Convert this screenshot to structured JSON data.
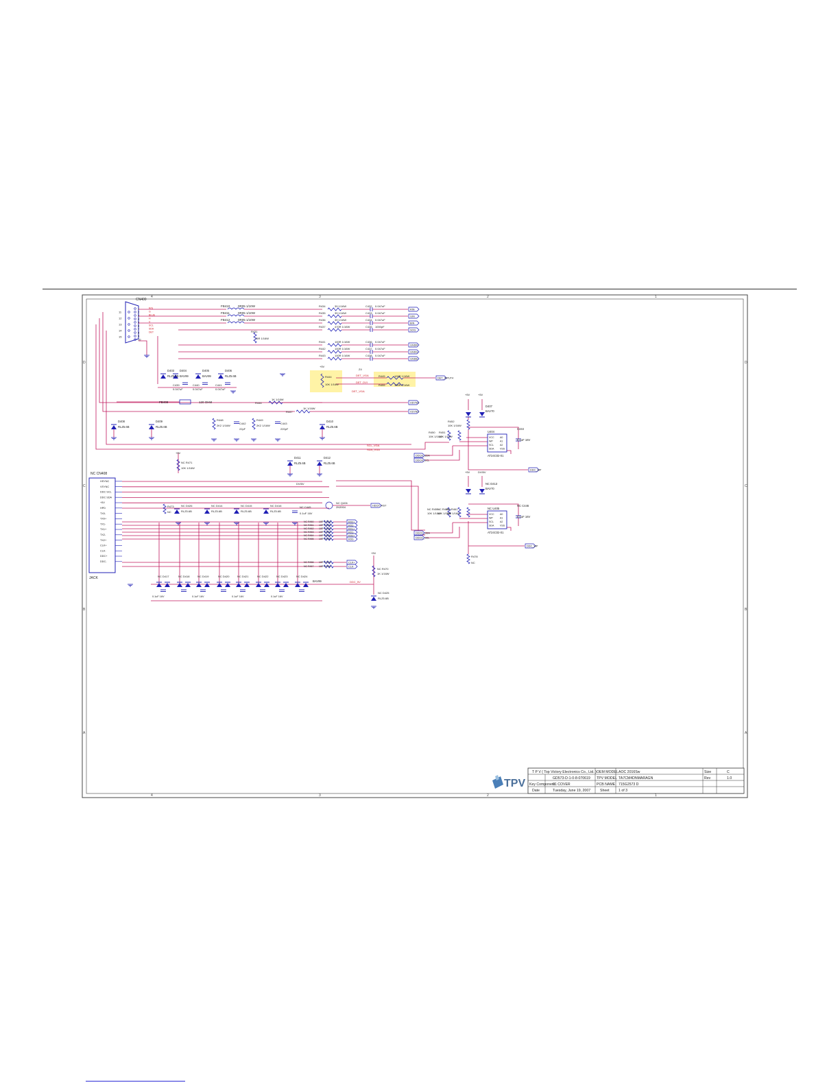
{
  "colors": {
    "wire": "#c0185c",
    "part": "#1f1fb5",
    "highlight": "#fff3a6",
    "frame": "#444444",
    "text": "#222222",
    "net": "#d0202a"
  },
  "connectors": {
    "vga": {
      "ref": "CN400",
      "pins_left": [
        "11",
        "12",
        "13",
        "14",
        "15"
      ],
      "pins_right": [
        "1",
        "2",
        "3",
        "4",
        "5",
        "6",
        "7",
        "8",
        "9",
        "10"
      ]
    },
    "dvi": {
      "ref": "NC CN408",
      "bottom_label": "JACK",
      "signals": [
        "HSYNC",
        "VSYNC",
        "DDC SCL",
        "DDC SDA",
        "+5V",
        "HPD",
        "TX0-",
        "TX0+",
        "TX1-",
        "TX1+",
        "TX2-",
        "TX2+",
        "CLK+",
        "CLK-",
        "DDC+",
        "DDC-"
      ]
    }
  },
  "ferrites": [
    {
      "ref": "FB410",
      "value": "0R05 1/10W"
    },
    {
      "ref": "FB411",
      "value": "0R05 1/10W"
    },
    {
      "ref": "FB412",
      "value": "0R05 1/10W"
    },
    {
      "ref": "FB409",
      "value": "120 OHM"
    }
  ],
  "series_r": [
    {
      "ref": "R434",
      "value": "39 1/16W",
      "cap": "C432",
      "cval": "0.047uF",
      "net": "RIN"
    },
    {
      "ref": "R435",
      "value": "39 1/16W",
      "cap": "C433",
      "cval": "0.047uF",
      "net": "GIN"
    },
    {
      "ref": "R436",
      "value": "39 1/16W",
      "cap": "C434",
      "cval": "0.047uF",
      "net": "BIN"
    },
    {
      "ref": "R437",
      "value": "470R 1/16W",
      "cap": "C435",
      "cval": "1000pF",
      "net": "SOG"
    },
    {
      "ref": "R441",
      "value": "100R 1/16W",
      "cap": "C436",
      "cval": "0.047uF",
      "net": "GNDR"
    },
    {
      "ref": "R442",
      "value": "100R 1/16W",
      "cap": "C437",
      "cval": "0.047uF",
      "net": "GNDG"
    },
    {
      "ref": "R443",
      "value": "100R 1/16W",
      "cap": "C438",
      "cval": "0.047uF",
      "net": "GNDB"
    }
  ],
  "vga_nets": [
    "R/G",
    "G",
    "BLUE",
    "H",
    "V",
    "SCL",
    "SDA",
    "DET"
  ],
  "diodes_top": [
    {
      "ref": "D403",
      "value": "RLZ5.6B"
    },
    {
      "ref": "D404",
      "value": "BAV99"
    },
    {
      "ref": "D405",
      "value": "BAV99"
    },
    {
      "ref": "D406",
      "value": "RLZ5.6B"
    },
    {
      "ref": "D408",
      "value": "RLZ5.6B"
    },
    {
      "ref": "D409",
      "value": "RLZ5.6B"
    },
    {
      "ref": "D410",
      "value": "RLZ5.6B"
    },
    {
      "ref": "D411",
      "value": "RLZ5.6B"
    },
    {
      "ref": "D412",
      "value": "RLZ5.6B"
    }
  ],
  "misc_parts": [
    {
      "ref": "R431",
      "value": "75R 1/16W"
    },
    {
      "ref": "C439",
      "value": "0.047uF"
    },
    {
      "ref": "C440",
      "value": "0.047uF"
    },
    {
      "ref": "C441",
      "value": "0.047uF"
    },
    {
      "ref": "R444",
      "value": "10K 1/16W"
    },
    {
      "ref": "R446",
      "value": "1K 1/16W"
    },
    {
      "ref": "R447",
      "value": "1K 1/16W"
    },
    {
      "ref": "R448",
      "value": "2K2 1/16W"
    },
    {
      "ref": "C442",
      "value": "22pF"
    },
    {
      "ref": "R449",
      "value": "2K2 1/16W"
    },
    {
      "ref": "C443",
      "value": "220pF"
    },
    {
      "ref": "R445",
      "value": "100R 1/16W"
    },
    {
      "ref": "R455",
      "value": "100R 1/16W"
    }
  ],
  "right_nets": {
    "det_input": "DET_INPUT4",
    "hsync": "HSYNC",
    "vsync": "VSYNC",
    "ddc_wp": "DDC_WP",
    "ddca_sda": "DDCA_SDA",
    "ddca_scl": "DDCA_SCL",
    "ddcd_sda": "DDCD_SDA",
    "ddcd_scl": "DDCD_SCL",
    "hdcp_rst": "HDCP_RST",
    "det_vga": "DET_VGA",
    "det_dvi": "DET_DVI",
    "sda_vga": "SDA_VGA",
    "scl_vga": "SCL_VGA",
    "vcc5": "+5V"
  },
  "eeproms": [
    {
      "ref": "U404",
      "part": "AT24C02-01",
      "pins": [
        "VCC",
        "WP",
        "SCL",
        "SDA"
      ],
      "apins": [
        "A0",
        "A1",
        "A2",
        "VSS"
      ],
      "cap": "C444",
      "cval": "0.1uF 16V"
    },
    {
      "ref": "NC U405",
      "part": "AT24C02-01",
      "pins": [
        "VCC",
        "WP",
        "SCL",
        "SDA"
      ],
      "apins": [
        "A0",
        "A1",
        "A2",
        "VSS"
      ],
      "cap": "NC C446",
      "cval": "0.1uF 16V"
    }
  ],
  "eeprom_parts": [
    {
      "ref": "D407",
      "value": "BAV70"
    },
    {
      "ref": "R450",
      "value": "10K 1/16W"
    },
    {
      "ref": "R451",
      "value": "10K 1/16W"
    },
    {
      "ref": "R452",
      "value": "10K 1/16W"
    },
    {
      "ref": "NC D413",
      "value": "BAV70"
    },
    {
      "ref": "NC R459",
      "value": "10K 1/16W"
    },
    {
      "ref": "NC R460",
      "value": "10K 1/16W"
    },
    {
      "ref": "NC R461",
      "value": "10K 1/16W"
    },
    {
      "ref": "R478",
      "value": "NC"
    }
  ],
  "dvi_parts": [
    {
      "ref": "NC R471",
      "value": "10K 1/16W"
    },
    {
      "ref": "R473",
      "value": "NC"
    },
    {
      "ref": "NC D426",
      "value": "RLZ5.6B"
    },
    {
      "ref": "NC D414",
      "value": "RLZ5.6B"
    },
    {
      "ref": "NC D415",
      "value": "RLZ5.6B"
    },
    {
      "ref": "NC D416",
      "value": "RLZ5.6B"
    },
    {
      "ref": "NC C445",
      "value": "0.1uF 16V"
    },
    {
      "ref": "NC Q406",
      "value": "2N3904"
    },
    {
      "ref": "NC R470",
      "value": "1K 1/16W"
    },
    {
      "ref": "NC D425",
      "value": "RLZ5.6B"
    }
  ],
  "dvi_series": {
    "prefix": "NC R4",
    "value": "10R 1/16W",
    "count": 8,
    "nets": [
      "RX2+",
      "RX2-",
      "RX1+",
      "RX1-",
      "RX0+",
      "RX0-",
      "CLK+",
      "CLK-"
    ]
  },
  "dvi_bottom": {
    "diodes": [
      "NC D417",
      "NC D418",
      "NC D419",
      "NC D420",
      "NC D421",
      "NC D422",
      "NC D423",
      "NC D424"
    ],
    "diode_value": "BAV99",
    "cap_value": "0.1uF 16V",
    "net": "DDC_5V"
  },
  "misc_labels": {
    "z4": "Z4",
    "p5v": "+5V",
    "dvi5v": "DVI5V"
  },
  "title_block": {
    "company": "T P V ( Top Victory Electronics Co., Ltd. )",
    "row2_label": "GD573-D-1-0-8-070619",
    "row3_label": "Key Component",
    "row3_value": "01 COVER",
    "date_label": "Date",
    "date_value": "Tuesday, June 19, 2007",
    "oem_label": "OEM MODEL",
    "oem_value": "AOC 2016Sw",
    "tpv_label": "TPV MODEL",
    "tpv_value": "TA7CM4DNMARAGN",
    "pcb_label": "PCB NAME",
    "pcb_value": "715G2573 D",
    "sheet_label": "Sheet",
    "sheet_value": "1 of 3",
    "size_label": "Size",
    "size_value": "C",
    "rev_label": "Rev",
    "rev_value": "1.0",
    "logo": "TPV"
  },
  "frame": {
    "top_cols": [
      "4",
      "3",
      "2",
      "1"
    ],
    "side_rows": [
      "D",
      "C",
      "B",
      "A"
    ]
  }
}
